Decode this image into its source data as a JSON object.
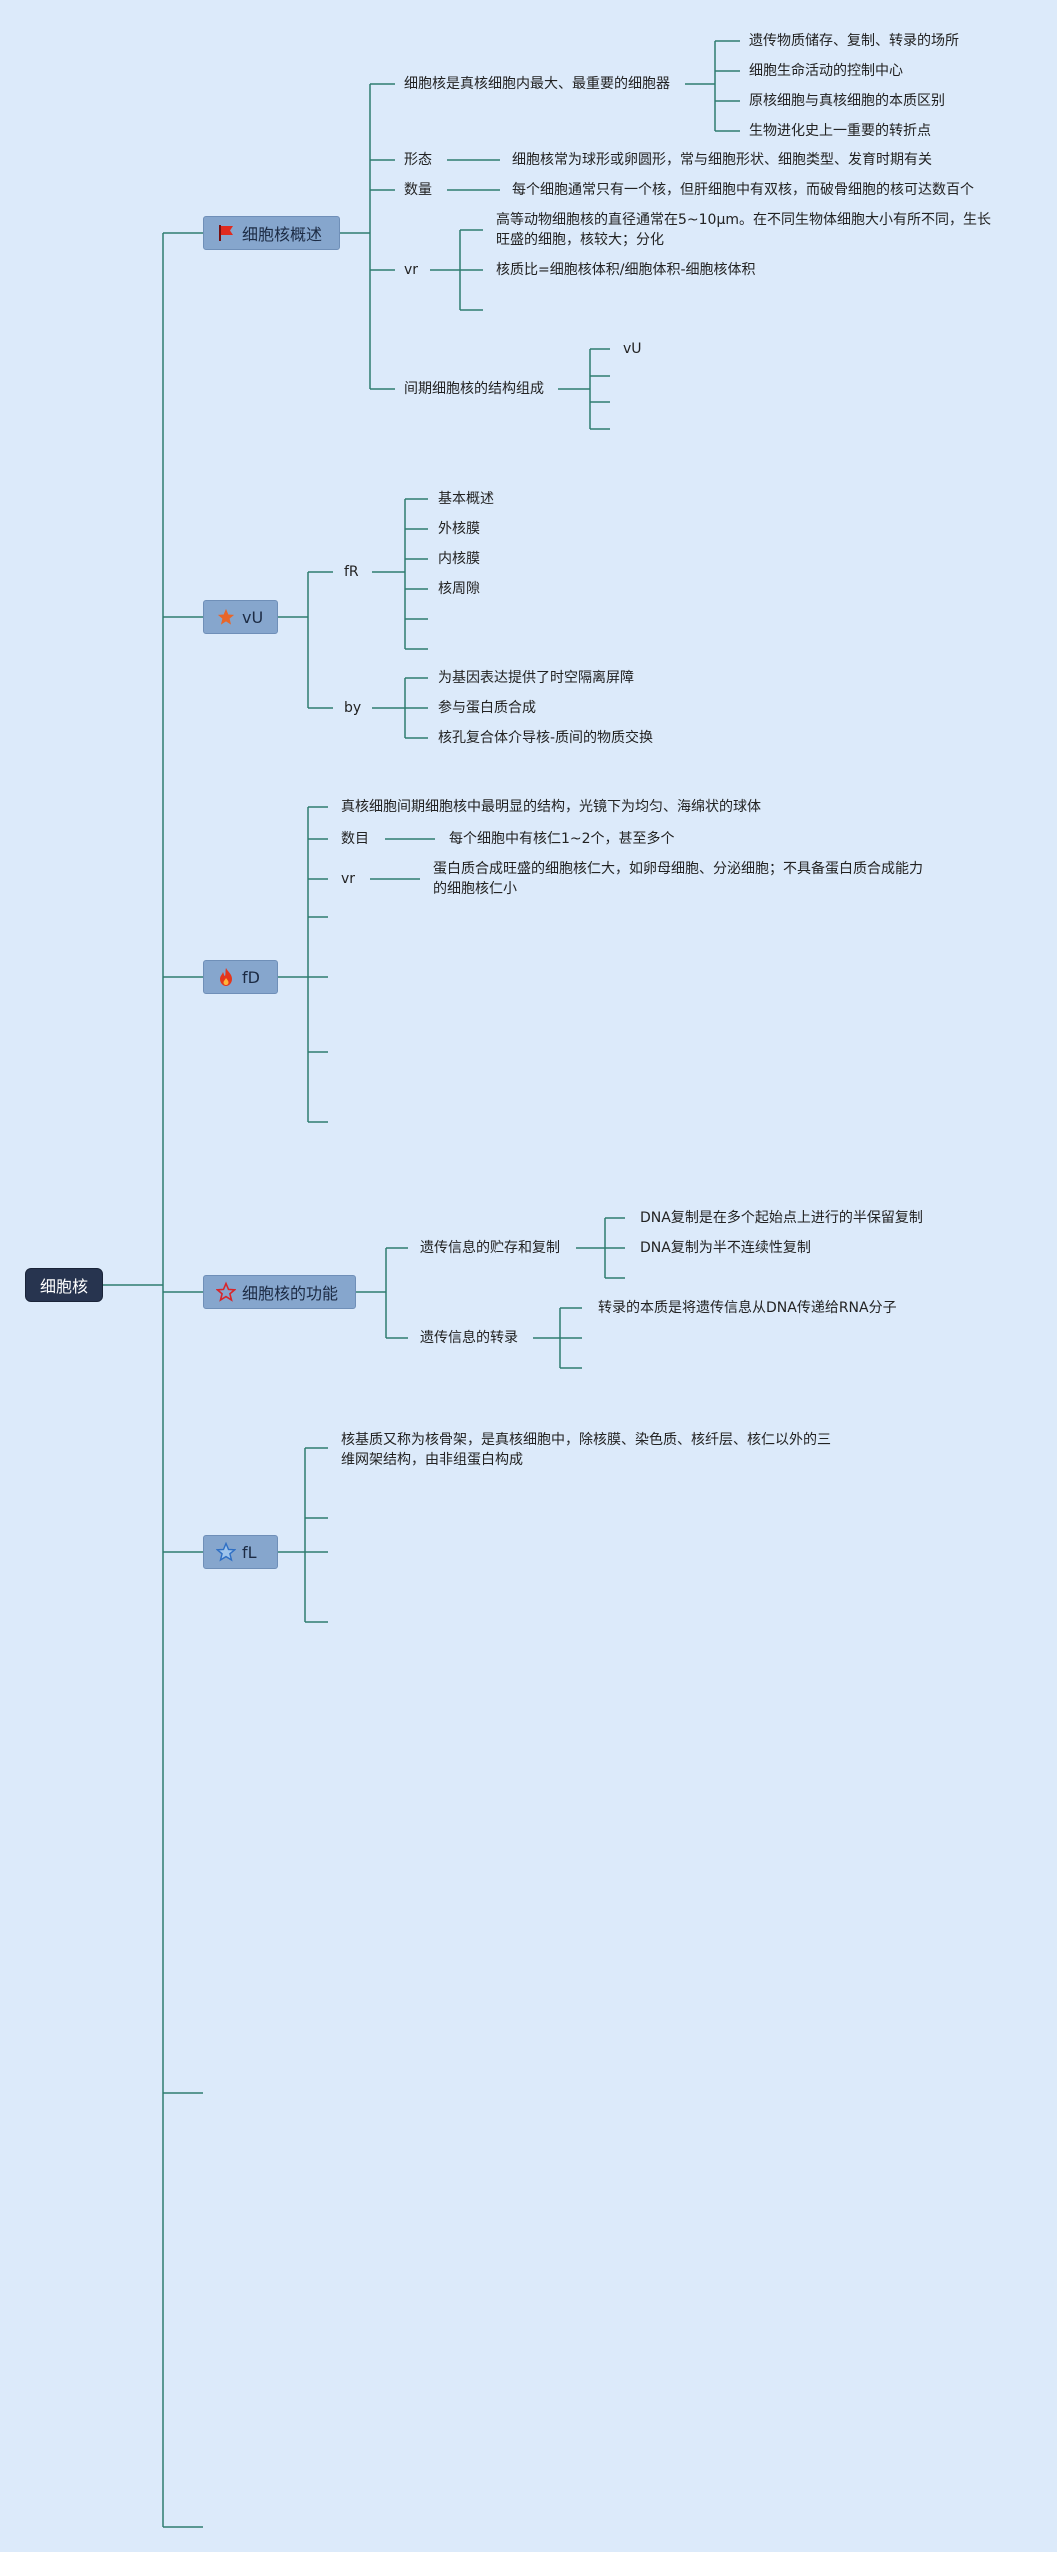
{
  "root": {
    "label": "细胞核"
  },
  "topics": {
    "overview": {
      "label": "细胞核概述",
      "icon": "red-flag-icon",
      "def": {
        "label": "细胞核是真核细胞内最大、最重要的细胞器",
        "items": [
          "遗传物质储存、复制、转录的场所",
          "细胞生命活动的控制中心",
          "原核细胞与真核细胞的本质区别",
          "生物进化史上一重要的转折点"
        ]
      },
      "shape": {
        "label": "形态",
        "value": "细胞核常为球形或卵圆形，常与细胞形状、细胞类型、发育时期有关"
      },
      "count": {
        "label": "数量",
        "value": "每个细胞通常只有一个核，但肝细胞中有双核，而破骨细胞的核可达数百个"
      },
      "size": {
        "label": "vr",
        "items": [
          "高等动物细胞核的直径通常在5~10μm。在不同生物体细胞大小有所不同，生长旺盛的细胞，核较大；分化",
          "核质比=细胞核体积/细胞体积-细胞核体积"
        ]
      },
      "structure": {
        "label": "间期细胞核的结构组成",
        "items": [
          "vU"
        ]
      }
    },
    "envelope": {
      "label": "vU",
      "icon": "orange-star-icon",
      "structure": {
        "label": "fR",
        "items": [
          "基本概述",
          "外核膜",
          "内核膜",
          "核周隙"
        ]
      },
      "function": {
        "label": "by",
        "items": [
          "为基因表达提供了时空隔离屏障",
          "参与蛋白质合成",
          "核孔复合体介导核-质间的物质交换"
        ]
      }
    },
    "nucleolus": {
      "label": "fD",
      "icon": "fire-icon",
      "desc": "真核细胞间期细胞核中最明显的结构，光镜下为均匀、海绵状的球体",
      "count": {
        "label": "数目",
        "value": "每个细胞中有核仁1~2个，甚至多个"
      },
      "size": {
        "label": "vr",
        "value": "蛋白质合成旺盛的细胞核仁大，如卵母细胞、分泌细胞；不具备蛋白质合成能力的细胞核仁小"
      }
    },
    "function": {
      "label": "细胞核的功能",
      "icon": "red-outline-star-icon",
      "storage": {
        "label": "遗传信息的贮存和复制",
        "items": [
          "DNA复制是在多个起始点上进行的半保留复制",
          "DNA复制为半不连续性复制"
        ]
      },
      "transcription": {
        "label": "遗传信息的转录",
        "items": [
          "转录的本质是将遗传信息从DNA传递给RNA分子"
        ]
      }
    },
    "matrix": {
      "label": "fL",
      "icon": "blue-star-icon",
      "desc": "核基质又称为核骨架，是真核细胞中，除核膜、染色质、核纤层、核仁以外的三维网架结构，由非组蛋白构成"
    }
  },
  "colors": {
    "background": "#dceafa",
    "line": "#2e7d70",
    "node": "#86a6cd",
    "root": "#27344f"
  }
}
